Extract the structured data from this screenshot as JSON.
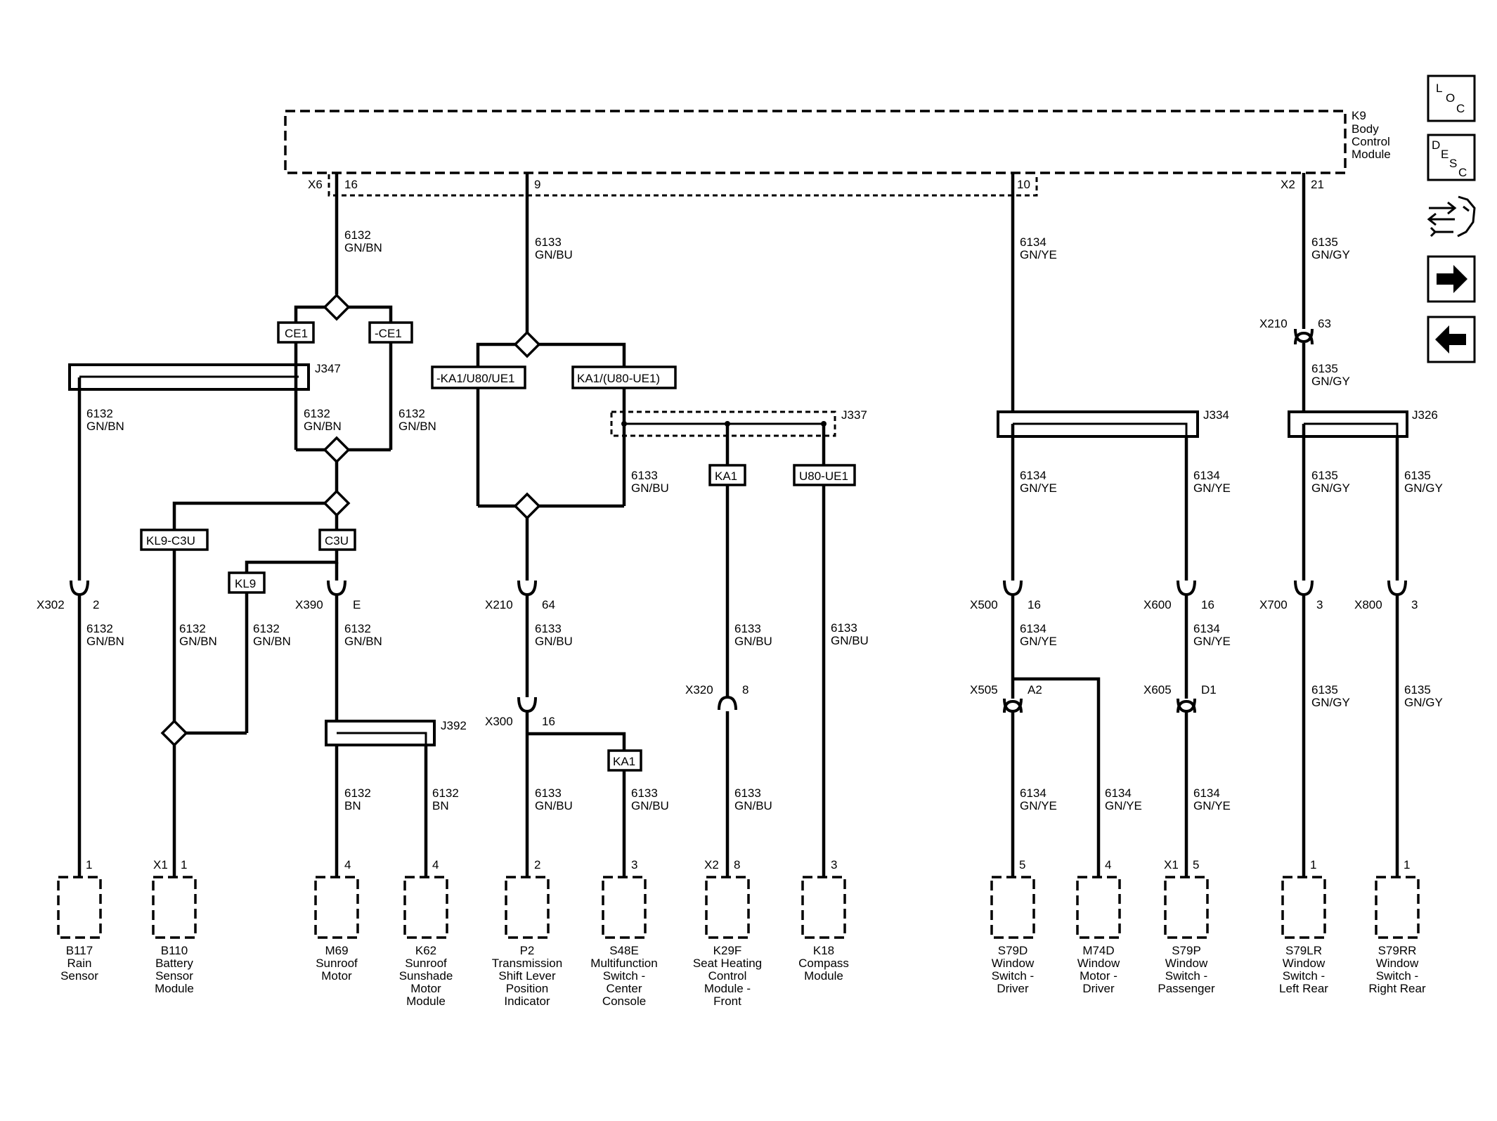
{
  "module": {
    "name": "K9",
    "title_lines": [
      "Body",
      "Control",
      "Module"
    ]
  },
  "module_connectors": {
    "x6": "X6",
    "x6_pin": "16",
    "pin_9": "9",
    "pin_10": "10",
    "x2": "X2",
    "x2_pin": "21"
  },
  "circuits": {
    "c6132": "6132",
    "c6133": "6133",
    "c6134": "6134",
    "c6135": "6135",
    "gnbn": "GN/BN",
    "gnbu": "GN/BU",
    "gnye": "GN/YE",
    "gngy": "GN/GY",
    "bn": "BN"
  },
  "options": {
    "ce1": "CE1",
    "not_ce1": "-CE1",
    "not_ka1_u80_ue1": "-KA1/U80/UE1",
    "ka1_u80_ue1": "KA1/(U80-UE1)",
    "ka1": "KA1",
    "u80_ue1": "U80-UE1",
    "kl9_c3u": "KL9-C3U",
    "c3u": "C3U",
    "kl9": "KL9"
  },
  "splices": {
    "j347": "J347",
    "j337": "J337",
    "j334": "J334",
    "j326": "J326",
    "j392": "J392"
  },
  "inline_connectors": {
    "x302": "X302",
    "x302_pin": "2",
    "x390": "X390",
    "x390_pin": "E",
    "x210": "X210",
    "x210_pin": "64",
    "x210_pin_b": "63",
    "x300": "X300",
    "x300_pin": "16",
    "x320": "X320",
    "x320_pin": "8",
    "x500": "X500",
    "x500_pin": "16",
    "x600": "X600",
    "x600_pin": "16",
    "x700": "X700",
    "x700_pin": "3",
    "x800": "X800",
    "x800_pin": "3",
    "x505": "X505",
    "x505_pin": "A2",
    "x605": "X605",
    "x605_pin": "D1"
  },
  "component_pins": {
    "b117": "1",
    "b110_conn": "X1",
    "b110": "1",
    "m69": "4",
    "k62": "4",
    "p2": "2",
    "s48e": "3",
    "k29f_conn": "X2",
    "k29f": "8",
    "k18": "3",
    "s79d": "5",
    "m74d": "4",
    "s79p_conn": "X1",
    "s79p": "5",
    "s79lr": "1",
    "s79rr": "1"
  },
  "components": [
    {
      "id": "B117",
      "lines": [
        "Rain",
        "Sensor"
      ]
    },
    {
      "id": "B110",
      "lines": [
        "Battery",
        "Sensor",
        "Module"
      ]
    },
    {
      "id": "M69",
      "lines": [
        "Sunroof",
        "Motor"
      ]
    },
    {
      "id": "K62",
      "lines": [
        "Sunroof",
        "Sunshade",
        "Motor",
        "Module"
      ]
    },
    {
      "id": "P2",
      "lines": [
        "Transmission",
        "Shift Lever",
        "Position",
        "Indicator"
      ]
    },
    {
      "id": "S48E",
      "lines": [
        "Multifunction",
        "Switch -",
        "Center",
        "Console"
      ]
    },
    {
      "id": "K29F",
      "lines": [
        "Seat Heating",
        "Control",
        "Module -",
        "Front"
      ]
    },
    {
      "id": "K18",
      "lines": [
        "Compass",
        "Module"
      ]
    },
    {
      "id": "S79D",
      "lines": [
        "Window",
        "Switch -",
        "Driver"
      ]
    },
    {
      "id": "M74D",
      "lines": [
        "Window",
        "Motor -",
        "Driver"
      ]
    },
    {
      "id": "S79P",
      "lines": [
        "Window",
        "Switch -",
        "Passenger"
      ]
    },
    {
      "id": "S79LR",
      "lines": [
        "Window",
        "Switch -",
        "Left Rear"
      ]
    },
    {
      "id": "S79RR",
      "lines": [
        "Window",
        "Switch -",
        "Right Rear"
      ]
    }
  ],
  "side_buttons": {
    "loc": [
      "L",
      "O",
      "C"
    ],
    "desc": [
      "D",
      "E",
      "S",
      "C"
    ],
    "icons": [
      "connector-wrench-icon",
      "arrow-right-icon",
      "arrow-left-icon"
    ]
  }
}
